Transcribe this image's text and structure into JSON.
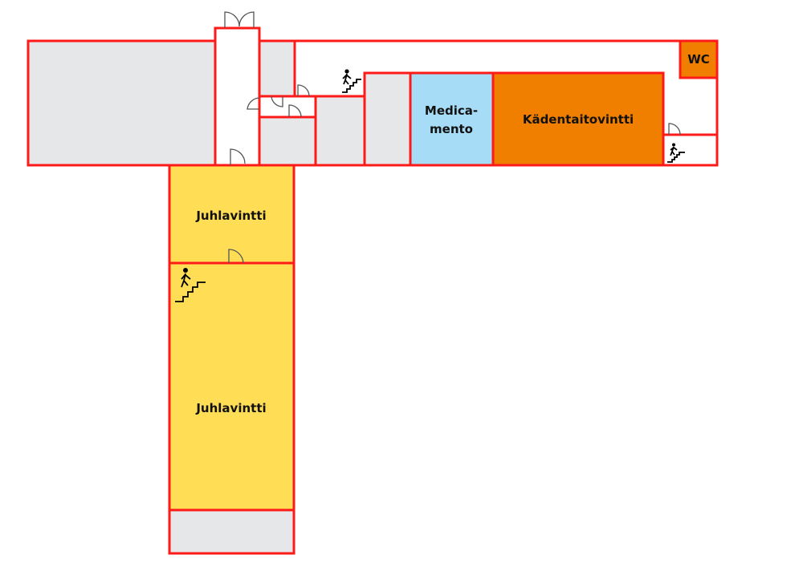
{
  "rooms": {
    "medicamento": {
      "line1": "Medica-",
      "line2": "mento",
      "color": "#a6dcf5"
    },
    "kadentaitovintti": {
      "label": "Kädentaitovintti",
      "color": "#f07f00"
    },
    "wc": {
      "label": "WC",
      "color": "#f07f00"
    },
    "juhlavintti_upper": {
      "label": "Juhlavintti",
      "color": "#ffdd55"
    },
    "juhlavintti_lower": {
      "label": "Juhlavintti",
      "color": "#ffdd55"
    }
  },
  "colors": {
    "wall": "#ff1a1a",
    "unlabeled_room": "#e6e7e8"
  },
  "icons": [
    "door-icon",
    "double-door-icon",
    "stairs-icon"
  ]
}
